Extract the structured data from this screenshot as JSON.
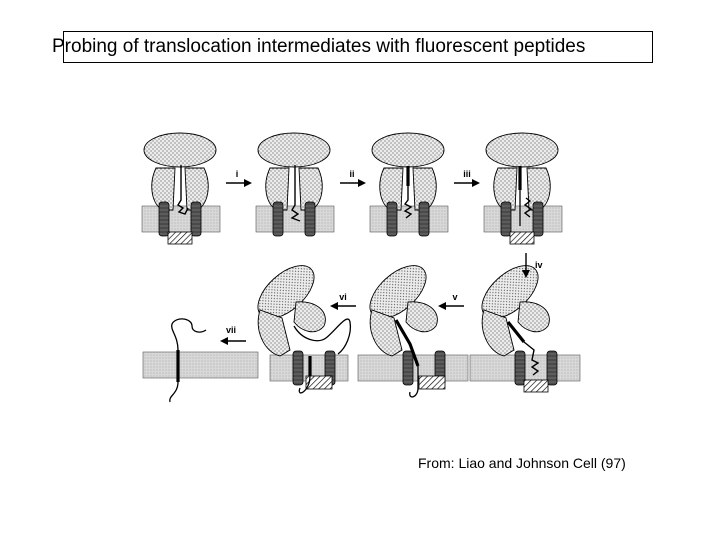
{
  "title": "Probing of translocation intermediates with fluorescent peptides",
  "citation": "From: Liao and Johnson Cell (97)",
  "steps": [
    "i",
    "ii",
    "iii",
    "iv",
    "v",
    "vi",
    "vii"
  ]
}
